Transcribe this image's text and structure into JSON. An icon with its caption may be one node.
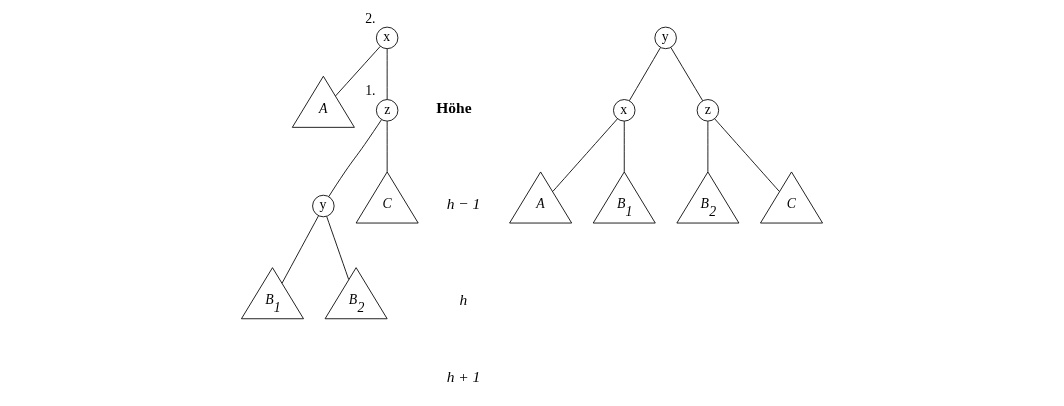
{
  "diagram": {
    "nodes": [
      {
        "text": [
          "x"
        ],
        "beside": [
          "2."
        ]
      },
      {
        "text": [
          "A"
        ]
      },
      {
        "text": [
          "z"
        ],
        "beside": [
          "1."
        ]
      },
      {
        "text": [
          "y"
        ]
      },
      {
        "text": [
          "B$_{1}$"
        ]
      },
      {
        "text": [
          "B$_{2}$"
        ]
      },
      {
        "text": [
          "C"
        ]
      },
      {
        "text": [
          "y"
        ]
      },
      {
        "text": [
          "x"
        ]
      },
      {
        "text": [
          "z"
        ]
      },
      {
        "text": [
          "A"
        ]
      },
      {
        "text": [
          "B$_{1}$"
        ]
      },
      {
        "text": [
          "B$_{2}$"
        ]
      },
      {
        "text": [
          "C"
        ]
      }
    ],
    "edges": [
      {
        "from": 0,
        "to": 1,
        "arrow": "none"
      },
      {
        "from": 0,
        "to": 2,
        "arrow": "none"
      },
      {
        "from": 2,
        "to": 3,
        "arrow": "none"
      },
      {
        "from": 2,
        "to": 6,
        "arrow": "none"
      },
      {
        "from": 3,
        "to": 4,
        "arrow": "none"
      },
      {
        "from": 3,
        "to": 5,
        "arrow": "none"
      },
      {
        "from": 7,
        "to": 8,
        "arrow": "none"
      },
      {
        "from": 7,
        "to": 9,
        "arrow": "none"
      },
      {
        "from": 8,
        "to": 10,
        "arrow": "none"
      },
      {
        "from": 8,
        "to": 11,
        "arrow": "none"
      },
      {
        "from": 9,
        "to": 12,
        "arrow": "none"
      },
      {
        "from": 9,
        "to": 13,
        "arrow": "none"
      }
    ],
    "labels": [
      "Höhe",
      "h − 1",
      "h",
      "h + 1"
    ]
  }
}
